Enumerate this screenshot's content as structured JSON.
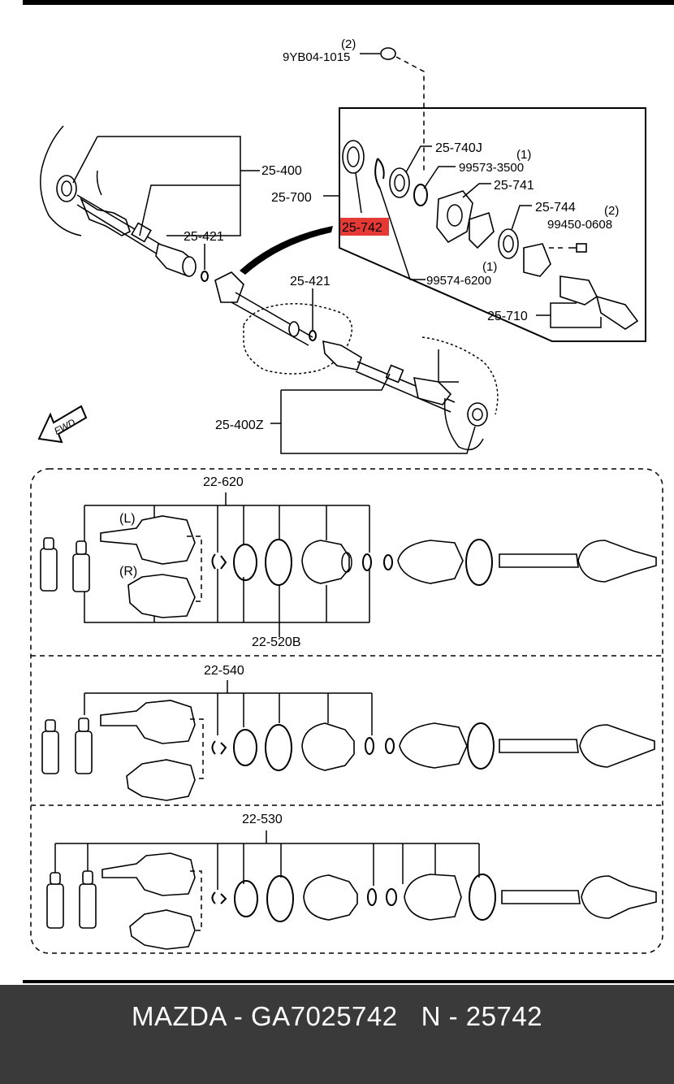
{
  "diagram": {
    "labels": {
      "qty_9yb": "(2)",
      "part_9yb": "9YB04-1015",
      "part_25400": "25-400",
      "part_25700": "25-700",
      "part_25740j": "25-740J",
      "qty_99573": "(1)",
      "part_99573": "99573-3500",
      "part_25741": "25-741",
      "part_25744": "25-744",
      "qty_99450": "(2)",
      "part_99450": "99450-0608",
      "part_25742": "25-742",
      "part_25421a": "25-421",
      "part_25421b": "25-421",
      "qty_99574": "(1)",
      "part_99574": "99574-6200",
      "part_25710": "25-710",
      "part_25400z": "25-400Z",
      "fwd": "FWD",
      "part_22620": "22-620",
      "label_l": "(L)",
      "label_r": "(R)",
      "part_22520b": "22-520B",
      "part_22540": "22-540",
      "part_22530": "22-530"
    },
    "highlight_color": "#e53935"
  },
  "footer": {
    "text": "MAZDA - GA7025742   N - 25742"
  }
}
